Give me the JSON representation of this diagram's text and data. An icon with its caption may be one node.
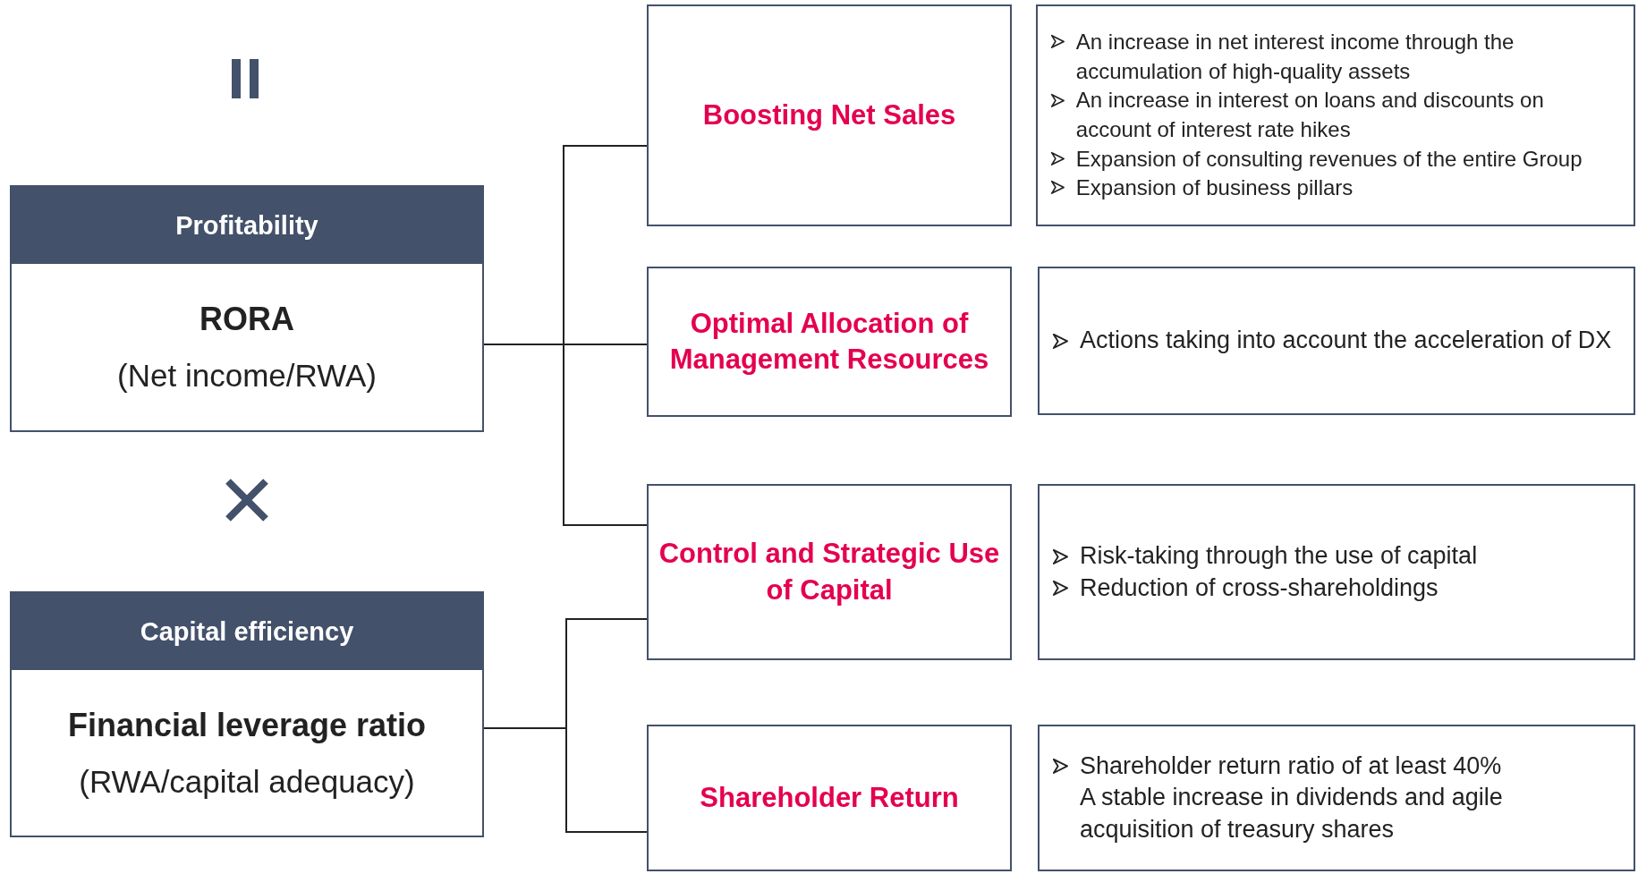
{
  "diagram": {
    "nodes": [
      {
        "text": [
          "Profitability",
          "RORA",
          "(Net income/RWA)"
        ]
      },
      {
        "text": [
          "Capital efficiency",
          "Financial leverage ratio",
          "(RWA/capital adequacy)"
        ]
      },
      {
        "text": [
          "Boosting Net Sales"
        ]
      },
      {
        "text": [
          "An increase in net interest income through the accumulation of high-quality assets",
          "An increase in interest on loans and discounts on account of interest rate hikes",
          "Expansion of consulting revenues of the entire Group",
          "Expansion of business pillars"
        ]
      },
      {
        "text": [
          "Optimal Allocation of Management Resources"
        ]
      },
      {
        "text": [
          "Actions taking into account the acceleration of DX"
        ]
      },
      {
        "text": [
          "Control and Strategic Use of Capital"
        ]
      },
      {
        "text": [
          "Risk-taking through the use of capital",
          "Reduction of cross-shareholdings"
        ]
      },
      {
        "text": [
          "Shareholder Return"
        ]
      },
      {
        "text": [
          "Shareholder return ratio of at least 40%",
          "A stable increase in dividends and agile acquisition of treasury shares"
        ]
      }
    ],
    "edges": [
      {
        "from": 0,
        "to": 2,
        "arrow": "none"
      },
      {
        "from": 0,
        "to": 4,
        "arrow": "none"
      },
      {
        "from": 0,
        "to": 6,
        "arrow": "none"
      },
      {
        "from": 1,
        "to": 6,
        "arrow": "none"
      },
      {
        "from": 1,
        "to": 8,
        "arrow": "none"
      }
    ]
  }
}
